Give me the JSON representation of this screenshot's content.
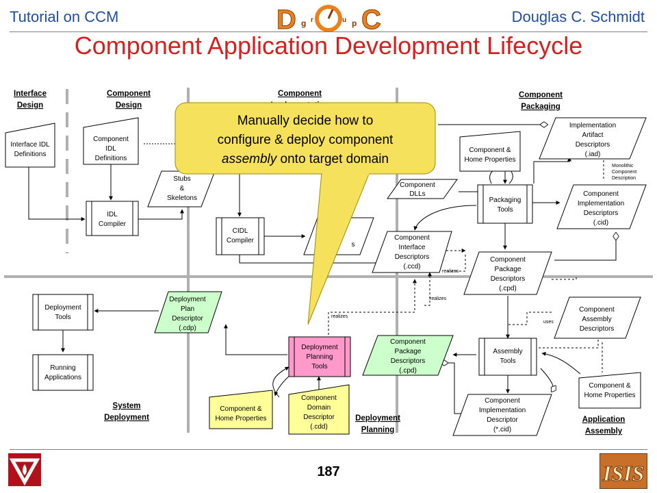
{
  "header": {
    "left": "Tutorial on CCM",
    "right": "Douglas C. Schmidt",
    "logo_letters": [
      "D",
      "O",
      "C"
    ],
    "logo_small": [
      "g",
      "r",
      "u",
      "p"
    ]
  },
  "title": "Component Application Development Lifecycle",
  "sections": {
    "interface_design": "Interface Design",
    "component_design": "Component Design",
    "component_implementation": "Component Implementation",
    "component_packaging": "Component Packaging",
    "system_deployment": "System Deployment",
    "deployment_planning": "Deployment Planning",
    "application_assembly": "Application Assembly"
  },
  "nodes": {
    "interface_idl": "Interface IDL Definitions",
    "component_idl": "Component IDL Definitions",
    "idl_compiler": "IDL Compiler",
    "stubs": "Stubs & Skeletons",
    "cidl_compiler": "CIDL Compiler",
    "impl_artifact": "Implementation Artifact Descriptors (.iad)",
    "comp_home_props_top": "Component & Home Properties",
    "component_dlls": "Component DLLs",
    "packaging_tools": "Packaging Tools",
    "comp_impl_desc": "Component Implementation Descriptors (.cid)",
    "comp_iface_desc": "Component Interface Descriptors (.ccd)",
    "comp_pkg_desc_right": "Component Package Descriptors (.cpd)",
    "deployment_tools": "Deployment Tools",
    "running_apps": "Running Applications",
    "deployment_plan": "Deployment Plan Descriptor (.cdp)",
    "deployment_planning_tools": "Deployment Planning Tools",
    "comp_pkg_desc_mid": "Component Package Descriptors (.cpd)",
    "assembly_tools": "Assembly Tools",
    "comp_assembly_desc": "Component Assembly Descriptors",
    "comp_home_props_bottom_right": "Component & Home Properties",
    "comp_impl_desc_bottom": "Component Implementation Descriptor (*.cid)",
    "comp_home_props_bottom_left": "Component & Home Properties",
    "comp_domain_desc": "Component Domain Descriptor (.cdd)"
  },
  "edge_labels": {
    "realizes_1": "realizes",
    "realizes_2": "realizes",
    "realizes_3": "realizes",
    "uses": "uses",
    "monolithic": "Monolithic Component Description"
  },
  "callout": {
    "line1": "Manually decide how to",
    "line2": "configure & deploy component",
    "line3_em": "assembly",
    "line3_rest": " onto target domain"
  },
  "colors": {
    "title": "#d52020",
    "header_text": "#1f4e9c",
    "callout_fill": "#f5e15c",
    "green_fill": "#ccffcc",
    "yellow_fill": "#ffff99",
    "pink_fill": "#ff99cc",
    "divider": "#b0b0b0"
  },
  "footer": {
    "page_number": "187"
  }
}
